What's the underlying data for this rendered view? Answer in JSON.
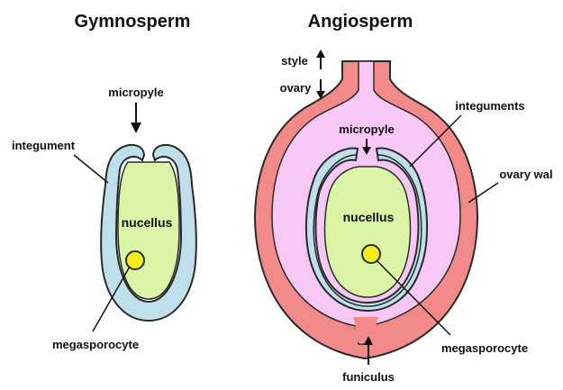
{
  "gymnosperm": {
    "title": "Gymnosperm",
    "labels": {
      "micropyle": "micropyle",
      "integument": "integument",
      "nucellus": "nucellus",
      "megasporocyte": "megasporocyte"
    }
  },
  "angiosperm": {
    "title": "Angiosperm",
    "labels": {
      "style": "style",
      "ovary": "ovary",
      "micropyle": "micropyle",
      "integuments": "integuments",
      "ovary_wall": "ovary wal",
      "nucellus": "nucellus",
      "megasporocyte": "megasporocyte",
      "funiculus": "funiculus"
    }
  },
  "colors": {
    "ovary_wall": "#f28a8a",
    "ovary_cavity": "#f7c8f5",
    "integument": "#bfe0ea",
    "nucellus": "#dbf5a6",
    "megasporocyte": "#f5ec1c",
    "outline": "#2a2a2a"
  }
}
